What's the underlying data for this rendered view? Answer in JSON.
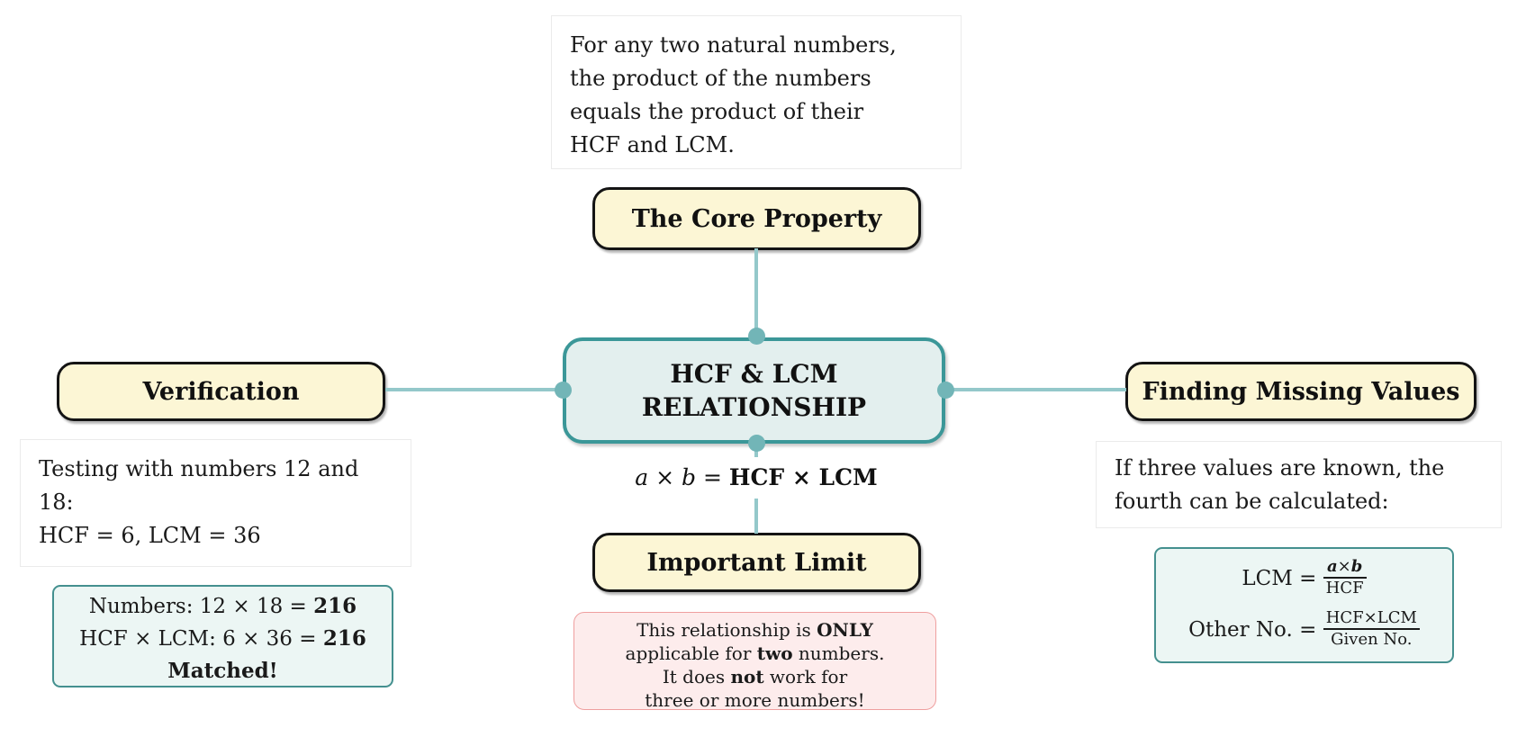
{
  "colors": {
    "accent_teal_border": "#3b9798",
    "center_fill": "#e3efee",
    "connector_teal": "#94c8ca",
    "dot_teal": "#72b5b7",
    "node_yellow": "#fcf6d5",
    "node_border_black": "#141414",
    "warning_pink_bg": "#fdecec",
    "warning_pink_border": "#ef9f9f",
    "result_mint_bg": "#ecf6f4",
    "result_mint_border": "#44908f"
  },
  "center": {
    "line1": "HCF & LCM",
    "line2": "RELATIONSHIP"
  },
  "formula": {
    "a": "a",
    "times1": " × ",
    "b": "b",
    "equals": " = ",
    "rhs": "HCF × LCM"
  },
  "core_property": {
    "label": "The Core Property",
    "note_lines": [
      "For any two natural numbers,",
      "the product of the numbers",
      "equals the product of their",
      "HCF and LCM."
    ]
  },
  "verification": {
    "label": "Verification",
    "note_lines": [
      "Testing with numbers 12 and",
      "18:",
      "HCF = 6, LCM = 36"
    ],
    "result": {
      "line1_text": "Numbers: 12 × 18 = ",
      "line1_bold": "216",
      "line2_text": "HCF × LCM: 6 × 36 = ",
      "line2_bold": "216",
      "line3_bold": "Matched!"
    }
  },
  "finding_missing": {
    "label": "Finding Missing Values",
    "note_lines": [
      "If three values are known, the",
      "fourth can be calculated:"
    ],
    "lcm_formula": {
      "lhs": "LCM = ",
      "num_a": "a",
      "num_times": "×",
      "num_b": "b",
      "den": "HCF"
    },
    "other_formula": {
      "lhs": "Other No. = ",
      "num": "HCF×LCM",
      "den": "Given No."
    }
  },
  "important_limit": {
    "label": "Important Limit",
    "warning": {
      "l1_text": "This relationship is ",
      "l1_bold": "ONLY",
      "l2_text": "applicable for ",
      "l2_bold": "two",
      "l2_text2": " numbers.",
      "l3_text": "It does ",
      "l3_bold": "not",
      "l3_text2": " work for",
      "l4_text": "three or more numbers!"
    }
  }
}
